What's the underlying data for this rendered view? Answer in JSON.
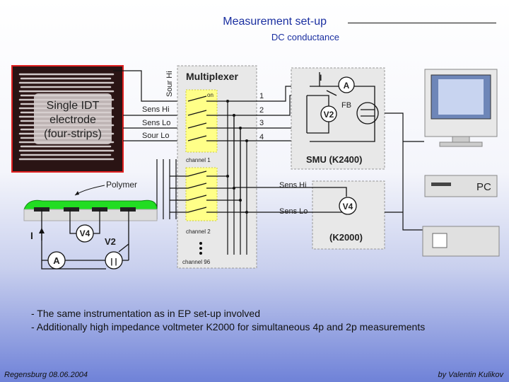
{
  "header": {
    "title": "Measurement set-up",
    "subtitle": "DC conductance"
  },
  "electrode": {
    "label_lines": [
      "Single IDT",
      "electrode",
      "(four-strips)"
    ],
    "polymer_label": "Polymer",
    "wire_labels": [
      "Sour Hi",
      "Sens Hi",
      "Sens Lo",
      "Sour Lo"
    ]
  },
  "multiplexer": {
    "title": "Multiplexer",
    "on_label": "on",
    "channels": [
      "channel 1",
      "channel 2",
      "channel 96"
    ],
    "outputs": [
      "1",
      "2",
      "3",
      "4"
    ]
  },
  "smu": {
    "label": "SMU (K2400)",
    "current": "I",
    "ammeter": "A",
    "fb": "FB",
    "voltmeter": "V2",
    "source": "="
  },
  "k2000": {
    "label": "(K2000)",
    "voltmeter": "V4",
    "sens_hi": "Sens Hi",
    "sens_lo": "Sens Lo"
  },
  "pc": {
    "label": "PC"
  },
  "circuit": {
    "current": "I",
    "v4": "V4",
    "v2": "V2",
    "ammeter": "A"
  },
  "notes": [
    "- The same instrumentation as in EP set-up involved",
    "- Additionally high impedance voltmeter K2000 for simultaneous 4p and 2p measurements"
  ],
  "footer": {
    "left": "Regensburg 08.06.2004",
    "right": "by Valentin Kulikov"
  },
  "colors": {
    "electrode_bg": "#2a1414",
    "polymer": "#22dd22",
    "highlight": "#ffff88",
    "box_fill": "#e8e8e8",
    "red_frame": "#e02020"
  }
}
